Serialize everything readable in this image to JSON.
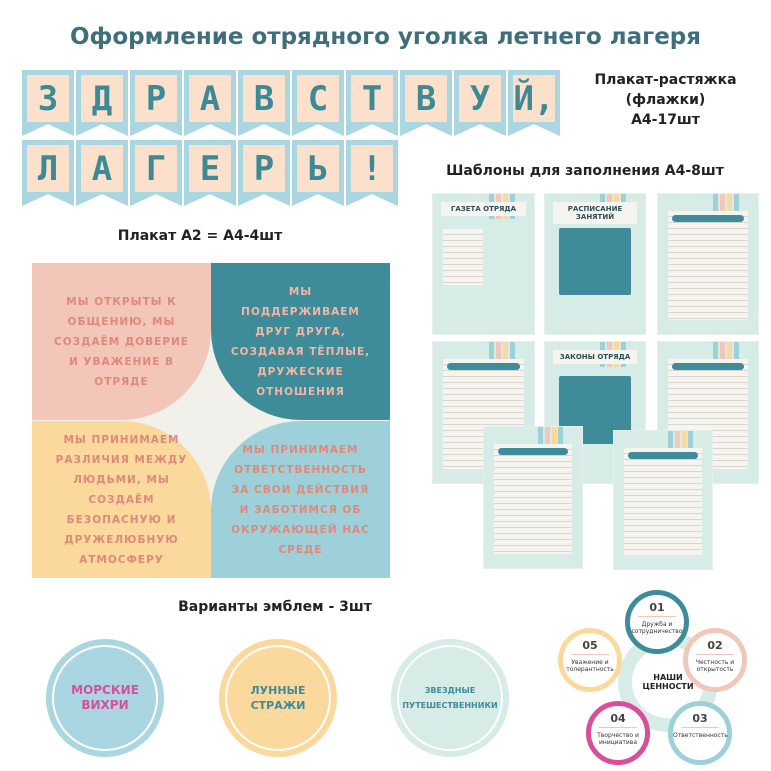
{
  "title": "Оформление отрядного уголка летнего лагеря",
  "banner": {
    "row1": [
      "З",
      "Д",
      "Р",
      "А",
      "В",
      "С",
      "Т",
      "В",
      "У",
      "Й,"
    ],
    "row2": [
      "Л",
      "А",
      "Г",
      "Е",
      "Р",
      "Ь",
      "!"
    ],
    "caption_line1": "Плакат-растяжка",
    "caption_line2": "(флажки)",
    "caption_line3": "А4-17шт"
  },
  "templates": {
    "caption": "Шаблоны для заполнения А4-8шт",
    "items": [
      "ГАЗЕТА ОТРЯДА",
      "РАСПИСАНИЕ ЗАНЯТИЙ",
      "",
      "",
      "ЗАКОНЫ ОТРЯДА",
      "",
      "",
      ""
    ]
  },
  "poster": {
    "caption": "Плакат А2 = А4-4шт",
    "quadrants": [
      "МЫ ОТКРЫТЫ К ОБЩЕНИЮ, МЫ СОЗДАЁМ ДОВЕРИЕ И УВАЖЕНИЕ В ОТРЯДЕ",
      "МЫ ПОДДЕРЖИВАЕМ ДРУГ ДРУГА, СОЗДАВАЯ ТЁПЛЫЕ, ДРУЖЕСКИЕ ОТНОШЕНИЯ",
      "МЫ ПРИНИМАЕМ РАЗЛИЧИЯ МЕЖДУ ЛЮДЬМИ, МЫ СОЗДАЁМ БЕЗОПАСНУЮ И ДРУЖЕЛЮБНУЮ АТМОСФЕРУ",
      "МЫ ПРИНИМАЕМ ОТВЕТСТВЕННОСТЬ ЗА СВОИ ДЕЙСТВИЯ И ЗАБОТИМСЯ ОБ ОКРУЖАЮЩЕЙ НАС СРЕДЕ"
    ]
  },
  "emblems": {
    "caption": "Варианты эмблем - 3шт",
    "items": [
      "МОРСКИЕ ВИХРИ",
      "ЛУННЫЕ СТРАЖИ",
      "ЗВЕЗДНЫЕ ПУТЕШЕСТВЕННИКИ"
    ]
  },
  "values": {
    "center": "НАШИ ЦЕННОСТИ",
    "items": [
      {
        "n": "01",
        "label": "Дружба и сотрудничество",
        "color": "#3e8c99"
      },
      {
        "n": "02",
        "label": "Честность и открытость",
        "color": "#f2c6b8"
      },
      {
        "n": "03",
        "label": "Ответственность",
        "color": "#9dd0d9"
      },
      {
        "n": "04",
        "label": "Творчество и инициатива",
        "color": "#d94e9a"
      },
      {
        "n": "05",
        "label": "Уважение и толерантность",
        "color": "#fbd99c"
      }
    ]
  }
}
